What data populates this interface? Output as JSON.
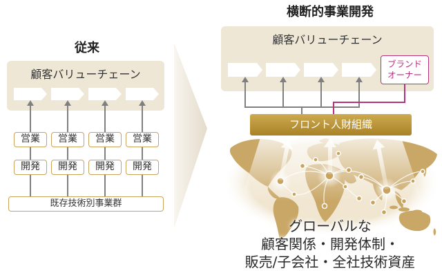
{
  "colors": {
    "beige": "#efe7d6",
    "gold": "#c9a35c",
    "gold_light": "#cda94f",
    "gold_dark": "#a98227",
    "magenta": "#b5317b",
    "gray": "#7f7f7f",
    "text": "#333333",
    "map_land": "#c9a766"
  },
  "left": {
    "title": "従来",
    "value_chain": "顧客バリューチェーン",
    "columns": [
      {
        "sales": "営業",
        "dev": "開発"
      },
      {
        "sales": "営業",
        "dev": "開発"
      },
      {
        "sales": "営業",
        "dev": "開発"
      },
      {
        "sales": "営業",
        "dev": "開発"
      }
    ],
    "base": "既存技術別事業群"
  },
  "right": {
    "title": "横断的事業開発",
    "value_chain": "顧客バリューチェーン",
    "brand_owner": [
      "ブランド",
      "オーナー"
    ],
    "front_org": "フロント人財組織",
    "caption": [
      "グローバルな",
      "顧客関係・開発体制・",
      "販売/子会社・全社技術資産"
    ]
  }
}
